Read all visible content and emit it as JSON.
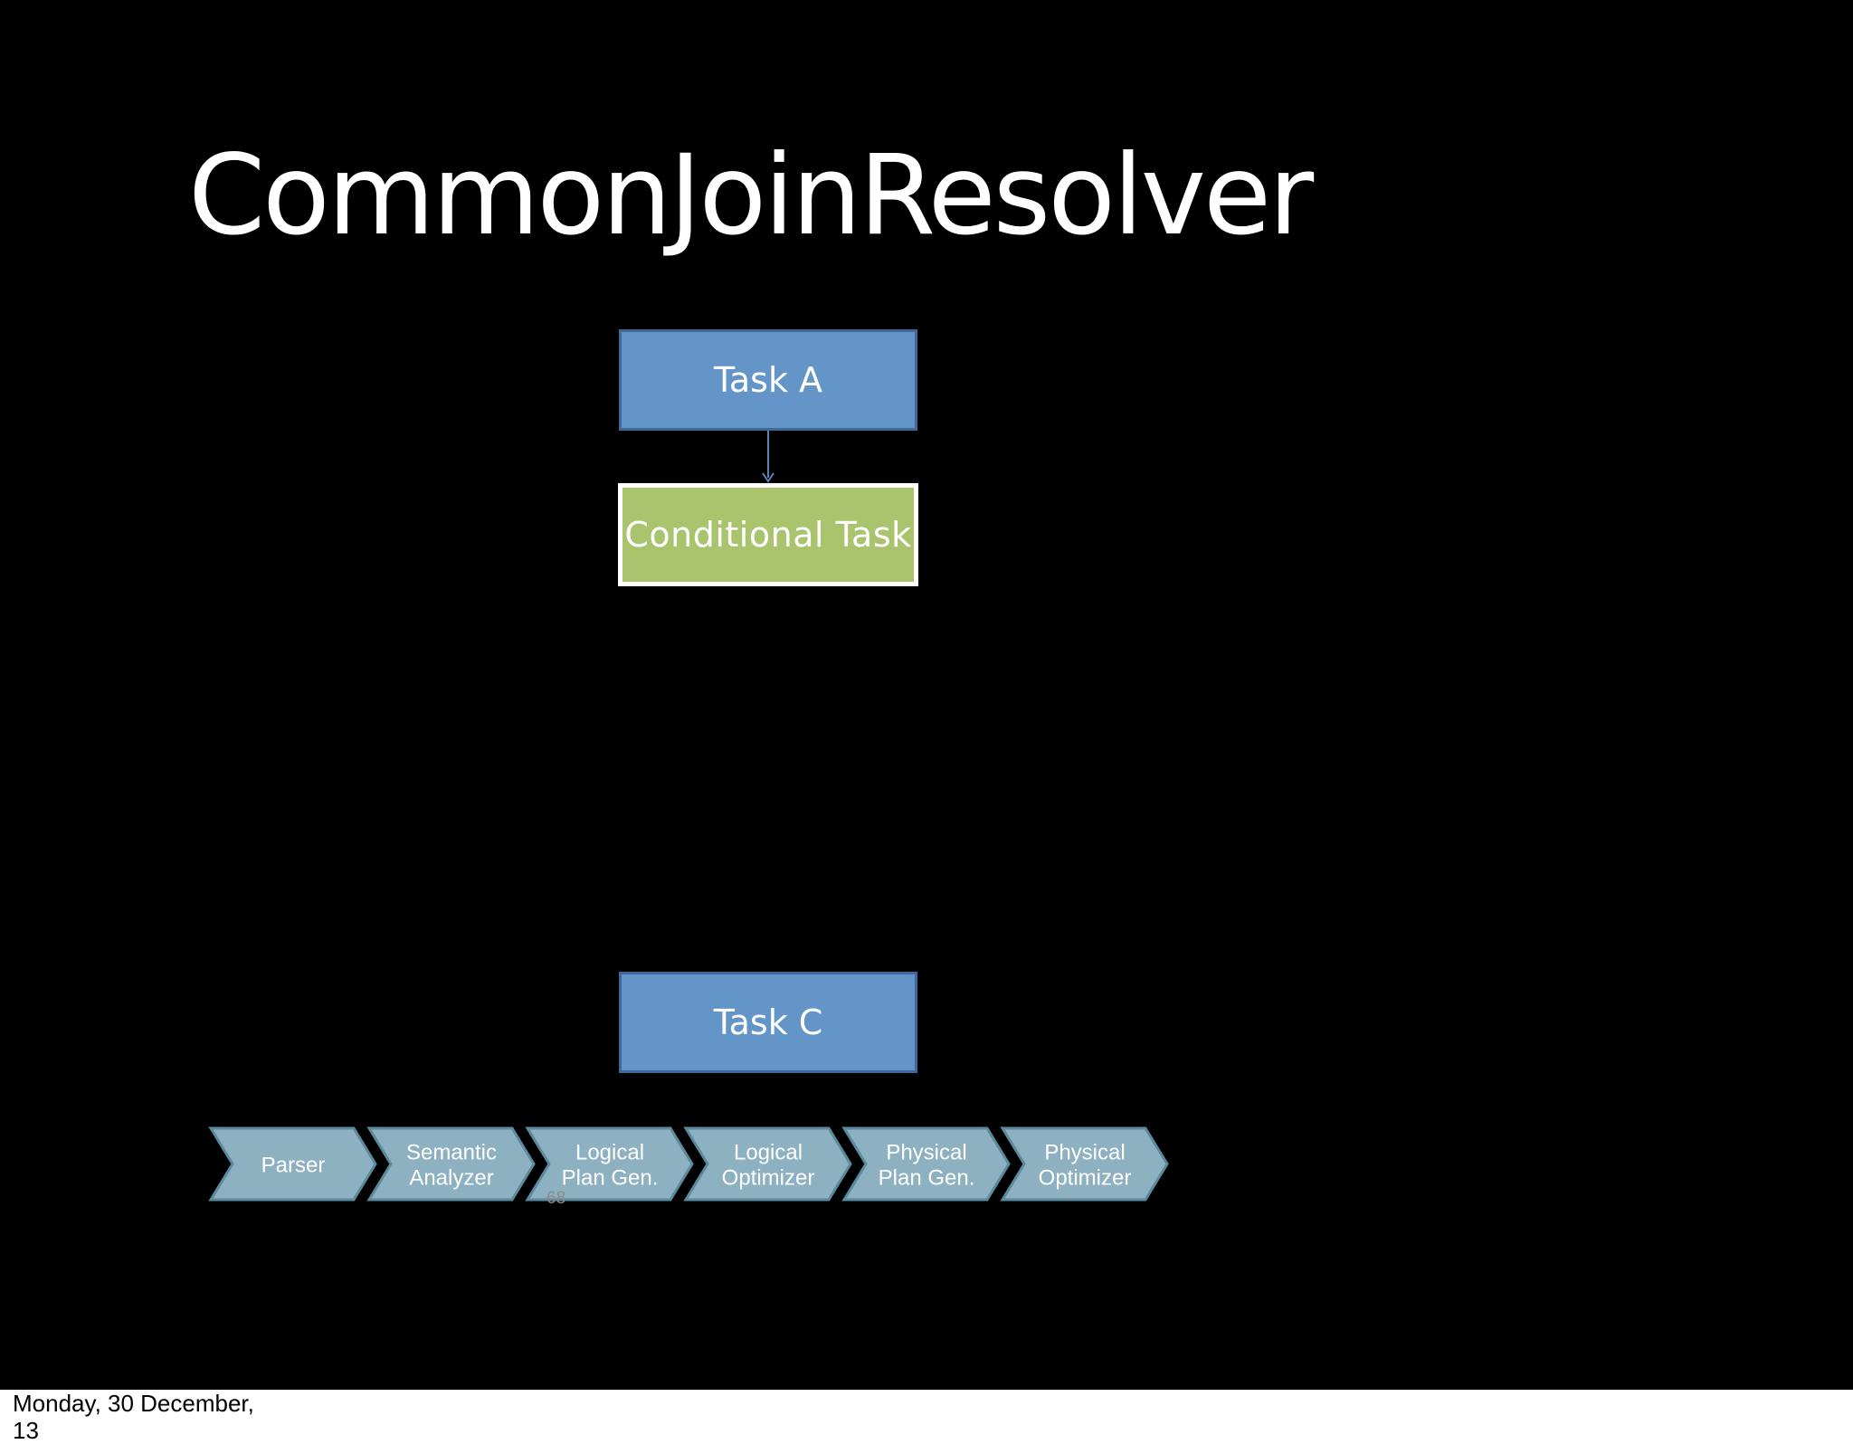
{
  "slide": {
    "title": "CommonJoinResolver",
    "page_number": "68",
    "background_color": "#000000"
  },
  "tasks": {
    "task_a": {
      "label": "Task A",
      "color": "#6495c9"
    },
    "conditional": {
      "label": "Conditional Task",
      "color": "#a9c46c"
    },
    "task_c": {
      "label": "Task C",
      "color": "#6495c9"
    }
  },
  "pipeline": {
    "color": "#8db1c1",
    "stages": [
      {
        "line1": "Parser",
        "line2": ""
      },
      {
        "line1": "Semantic",
        "line2": "Analyzer"
      },
      {
        "line1": "Logical",
        "line2": "Plan Gen."
      },
      {
        "line1": "Logical",
        "line2": "Optimizer"
      },
      {
        "line1": "Physical",
        "line2": "Plan Gen."
      },
      {
        "line1": "Physical",
        "line2": "Optimizer"
      }
    ]
  },
  "footer": {
    "date_line1": "Monday, 30 December,",
    "date_line2": "13"
  }
}
